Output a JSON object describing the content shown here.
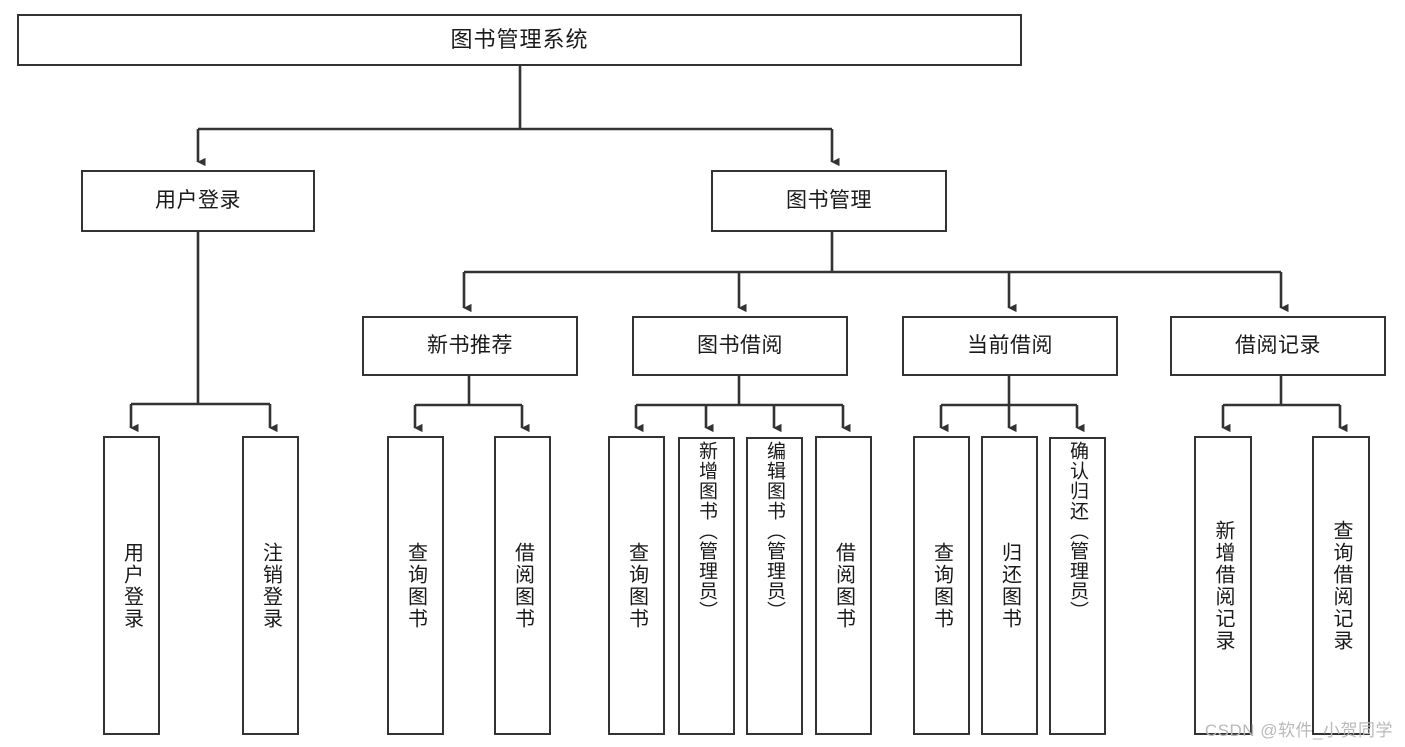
{
  "diagram": {
    "title": "图书管理系统",
    "type": "tree-hierarchy-chart",
    "watermark": "CSDN @软件_小贺同学",
    "colors": {
      "box_border": "#333333",
      "box_fill": "#ffffff",
      "connector": "#333333",
      "text": "#1a1a1a",
      "watermark": "#b9b9b9",
      "background": "#ffffff"
    },
    "root": {
      "label": "图书管理系统"
    },
    "level2": [
      {
        "id": "user-login",
        "label": "用户登录"
      },
      {
        "id": "book-management",
        "label": "图书管理"
      }
    ],
    "level3": [
      {
        "id": "new-book-recommend",
        "label": "新书推荐"
      },
      {
        "id": "book-borrow",
        "label": "图书借阅"
      },
      {
        "id": "current-borrow",
        "label": "当前借阅"
      },
      {
        "id": "borrow-record",
        "label": "借阅记录"
      }
    ],
    "leaves": {
      "user_login": [
        {
          "id": "leaf-user-login",
          "label": "用户登录"
        },
        {
          "id": "leaf-logout-login",
          "label": "注销登录"
        }
      ],
      "new_book_recommend": [
        {
          "id": "leaf-query-book-1",
          "label": "查询图书"
        },
        {
          "id": "leaf-borrow-book-1",
          "label": "借阅图书"
        }
      ],
      "book_borrow": [
        {
          "id": "leaf-query-book-2",
          "label": "查询图书"
        },
        {
          "id": "leaf-add-book",
          "label": "新增图书（管理员）"
        },
        {
          "id": "leaf-edit-book",
          "label": "编辑图书（管理员）"
        },
        {
          "id": "leaf-borrow-book-2",
          "label": "借阅图书"
        }
      ],
      "current_borrow": [
        {
          "id": "leaf-query-book-3",
          "label": "查询图书"
        },
        {
          "id": "leaf-return-book",
          "label": "归还图书"
        },
        {
          "id": "leaf-confirm-return",
          "label": "确认归还（管理员）"
        }
      ],
      "borrow_record": [
        {
          "id": "leaf-add-record",
          "label": "新增借阅记录"
        },
        {
          "id": "leaf-query-record",
          "label": "查询借阅记录"
        }
      ]
    }
  }
}
